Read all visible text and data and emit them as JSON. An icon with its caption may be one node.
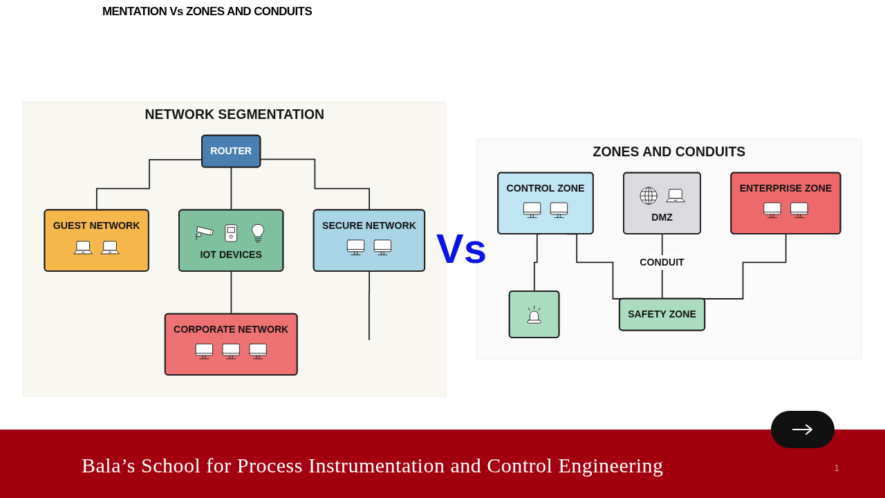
{
  "diagram": {
    "title": "MENTATION Vs ZONES AND CONDUITS",
    "nodes": [
      {
        "text": [
          "NETWORK SEGMENTATION"
        ]
      },
      {
        "text": [
          "ROUTER"
        ],
        "in": 0
      },
      {
        "text": [
          "SECURE NETWORK"
        ],
        "in": 0
      },
      {
        "text": [
          "IOT DEVICES"
        ],
        "in": 0
      },
      {
        "text": [
          "GUEST NETWORK"
        ],
        "in": 0
      },
      {
        "text": [
          "CORPORATE NETWORK"
        ],
        "in": 0
      },
      {
        "text": [
          "ZONES AND CONDUITS"
        ]
      },
      {
        "text": [
          "DMZ"
        ],
        "in": 6
      },
      {
        "text": [
          "CONTROL ZONE"
        ],
        "in": 6
      },
      {
        "text": [
          "ENTERPRISE ZONE"
        ],
        "in": 6
      },
      {
        "text": [
          "SAFETY ZONE"
        ],
        "in": 6
      },
      {
        "text": [],
        "shape": "box",
        "in": 6
      }
    ],
    "edges": [
      {
        "from": 1,
        "to": 4,
        "arrow": "none"
      },
      {
        "from": 1,
        "to": 2,
        "arrow": "none"
      },
      {
        "from": 1,
        "to": 3,
        "arrow": "none"
      },
      {
        "from": 3,
        "to": 5,
        "arrow": "none"
      },
      {
        "from": 2,
        "to": null,
        "arrow": "none"
      },
      {
        "from": 7,
        "to": 10,
        "arrow": "none",
        "label": "CONDUIT"
      },
      {
        "from": 8,
        "to": 10,
        "arrow": "none"
      },
      {
        "from": 9,
        "to": 10,
        "arrow": "none"
      },
      {
        "from": 8,
        "to": 11,
        "arrow": "none"
      }
    ],
    "labels": [
      "Vs",
      "Bala’s School for Process Instrumentation and Control Engineering",
      "1"
    ]
  }
}
